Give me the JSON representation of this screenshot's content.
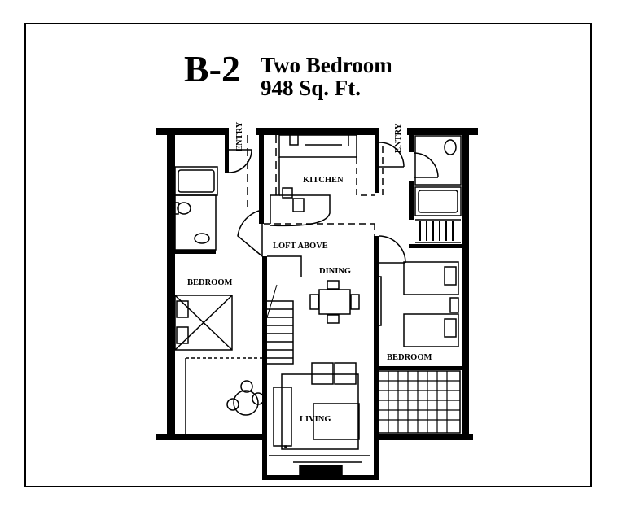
{
  "title": {
    "code": "B-2",
    "type": "Two Bedroom",
    "area": "948 Sq. Ft."
  },
  "rooms": {
    "entry_left": "ENTRY",
    "entry_right": "ENTRY",
    "kitchen": "KITCHEN",
    "loft": "LOFT ABOVE",
    "dining": "DINING",
    "bedroom_left": "BEDROOM",
    "bedroom_right": "BEDROOM",
    "living": "LIVING"
  },
  "colors": {
    "wall": "#000000",
    "paper": "#ffffff"
  }
}
